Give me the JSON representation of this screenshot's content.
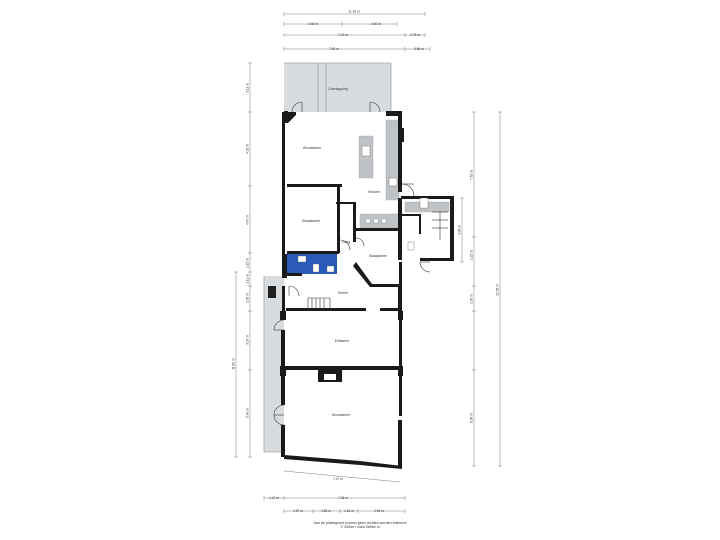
{
  "rooms": {
    "overkapping": "Overkapping",
    "woonkamer_top": "Woonkamer",
    "keuken": "Keuken",
    "slaapkamer": "Slaapkamer",
    "gang": "Gang",
    "slaapkamer_small": "Slaapkamer",
    "entree": "Entree",
    "eetkamer": "Eetkamer",
    "woonkamer_bottom": "Woonkamer"
  },
  "dimensions": {
    "top_total": "11.16 m",
    "top_a": "3.45 m",
    "top_b": "2.60 m",
    "top_c": "7.41 m",
    "top_d": "3.75 m",
    "top_e": "7.60 m",
    "top_f": "3.56 m",
    "left_a": "3.11 m",
    "left_b": "4.01 m",
    "left_c": "4.47 m",
    "left_d": "1.15 m",
    "left_e": "1.11 m",
    "left_f": "2.00 m",
    "left_total": "11.80 m",
    "left_g": "3.07 m",
    "left_h": "5.40 m",
    "right_a": "7.62 m",
    "right_b": "3.08 m",
    "right_c": "2.22 m",
    "right_d": "1.30 m",
    "right_total": "22.58 m",
    "right_e": "6.36 m",
    "bottom_diag": "7.47 m",
    "bottom_total": "7.36 m",
    "bottom_left": "1.12 m",
    "bottom_a": "1.57 m",
    "bottom_b": "1.55 m",
    "bottom_c": "1.16 m",
    "bottom_d": "2.94 m"
  },
  "footer": {
    "line1": "Aan de plattegrond kunnen geen rechten worden ontleend",
    "line2": "© 3Wise / www.3Wise.nl"
  }
}
